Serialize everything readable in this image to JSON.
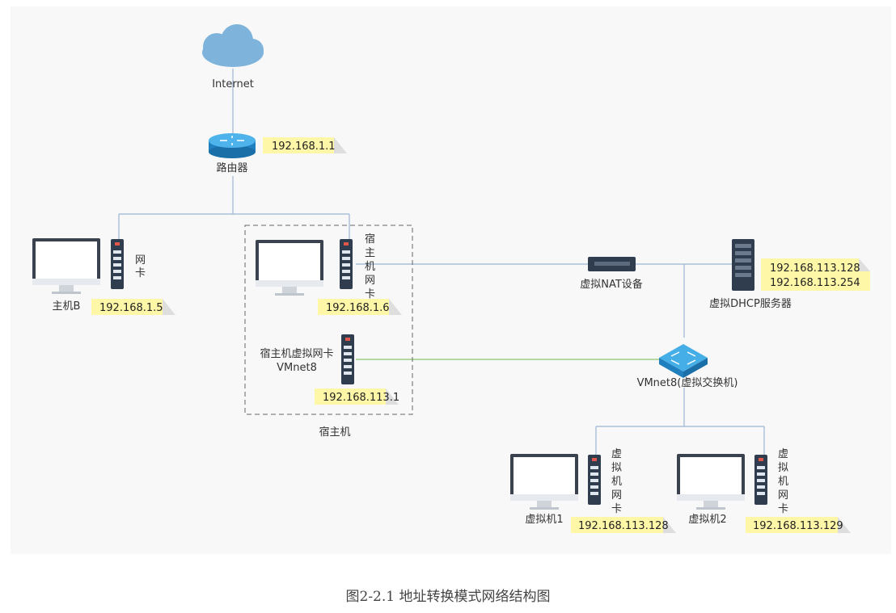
{
  "nodes": {
    "internet": "Internet",
    "router": "路由器",
    "host_b": "主机B",
    "host_b_nic": "网卡",
    "host_nic": "宿主机网卡",
    "host_vnic_line1": "宿主机虚拟网卡",
    "host_vnic_line2": "VMnet8",
    "host_group": "宿主机",
    "nat": "虚拟NAT设备",
    "dhcp": "虚拟DHCP服务器",
    "vmnet8": "VMnet8(虚拟交换机)",
    "vm1": "虚拟机1",
    "vm2": "虚拟机2",
    "vm_nic": "虚拟机网卡"
  },
  "ips": {
    "router": "192.168.1.1",
    "host_b": "192.168.1.5",
    "host": "192.168.1.6",
    "host_vnic": "192.168.113.1",
    "dhcp_1": "192.168.113.128",
    "dhcp_2": "192.168.113.254",
    "vm1": "192.168.113.128",
    "vm2": "192.168.113.129"
  },
  "caption": "图2-2.1 地址转换模式网络结构图"
}
